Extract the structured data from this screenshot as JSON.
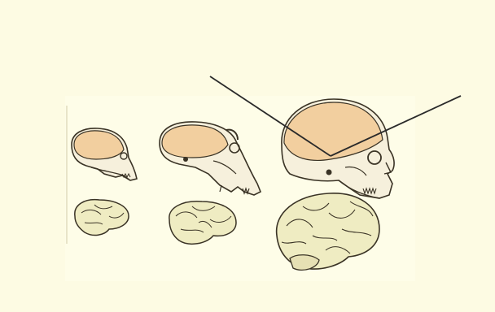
{
  "palette": {
    "background": "#fdfbe3",
    "panel": "#fefde8",
    "skull_fill": "#f2cf9f",
    "bone": "#f6f0dc",
    "brain_fill": "#efecc2",
    "outline": "#3a3325",
    "angle_lines": "#2a2a2a"
  },
  "figure": {
    "rows": [
      "skulls",
      "brains"
    ],
    "columns": [
      "small-primate",
      "ape",
      "human"
    ],
    "overlay": "facial-angle-lines"
  }
}
